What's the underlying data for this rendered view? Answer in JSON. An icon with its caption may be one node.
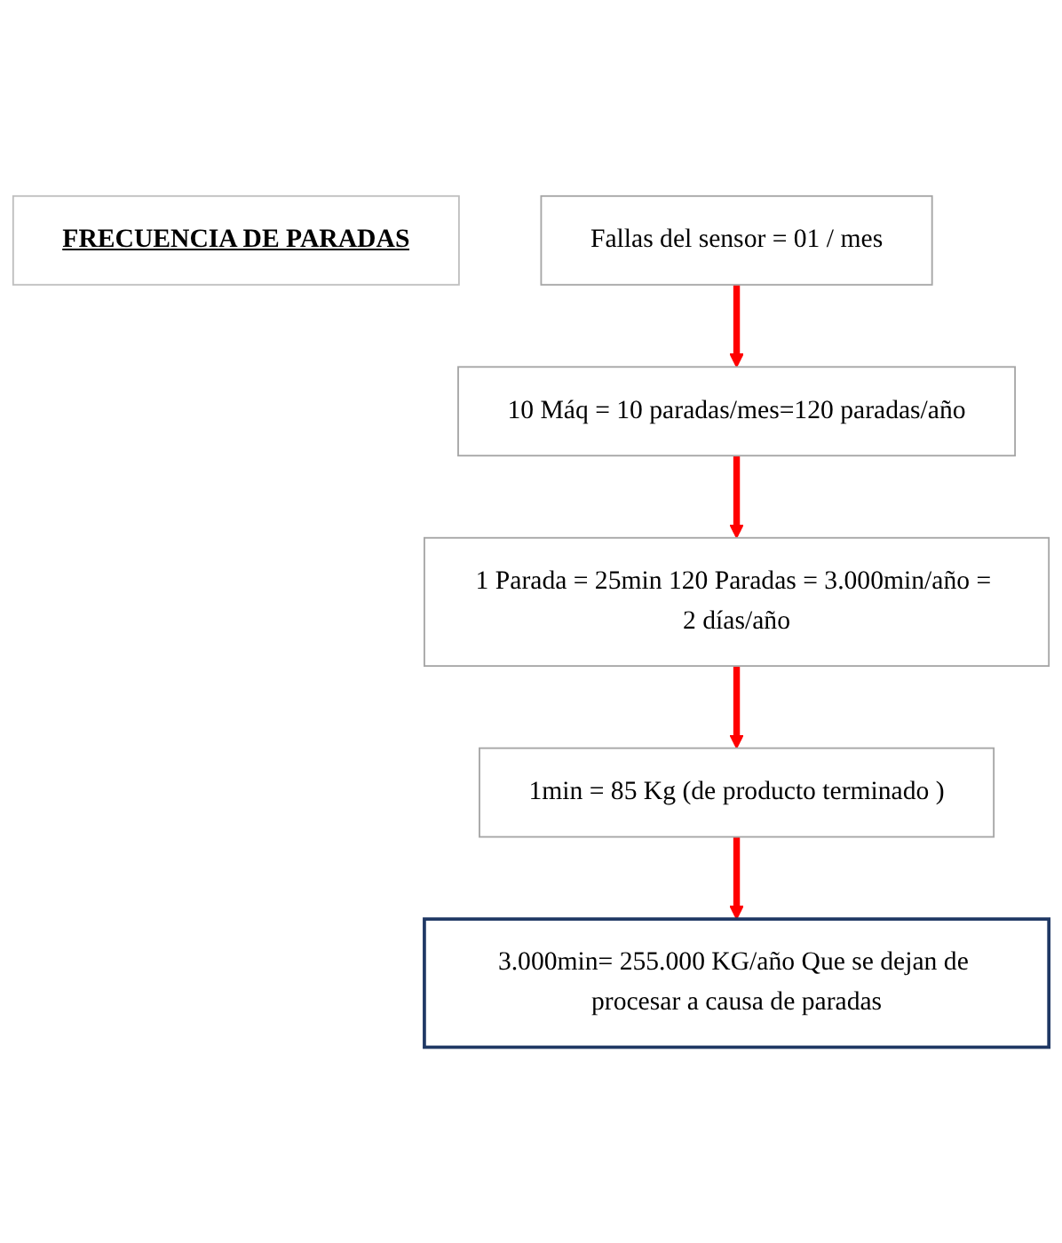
{
  "diagram": {
    "nodes": [
      {
        "text": [
          "FRECUENCIA DE PARADAS"
        ]
      },
      {
        "text": [
          "Fallas del sensor = 01 / mes"
        ]
      },
      {
        "text": [
          "10 Máq = 10 paradas/mes=120 paradas/año"
        ]
      },
      {
        "text": [
          "1 Parada = 25min 120 Paradas = 3.000min/año = 2 días/año"
        ]
      },
      {
        "text": [
          "1min = 85 Kg (de producto terminado )"
        ]
      },
      {
        "text": [
          "3.000min= 255.000 KG/año Que se dejan de procesar a causa de paradas"
        ]
      }
    ],
    "edges": [
      {
        "from": 1,
        "to": 2,
        "arrow": "to"
      },
      {
        "from": 2,
        "to": 3,
        "arrow": "to"
      },
      {
        "from": 3,
        "to": 4,
        "arrow": "to"
      },
      {
        "from": 4,
        "to": 5,
        "arrow": "to"
      }
    ]
  }
}
